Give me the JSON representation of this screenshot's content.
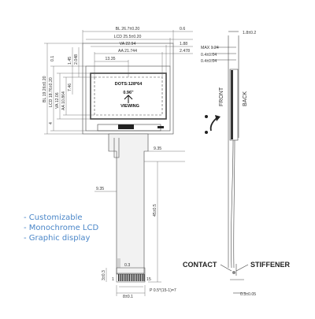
{
  "front_dims": {
    "bl_w": "BL 26.7±0.20",
    "lcd_w": "LCD 25.5±0.20",
    "va_w": "VA 22.94",
    "aa_w": "AA 21.744",
    "left_offset": "13.35",
    "r_06": "0.6",
    "r_188": "1.88",
    "r_2478": "2.478",
    "bl_h": "BL 19.26±0.20",
    "lcd_h": "LCD 18.76±0.20",
    "va_h": "VA 12.06",
    "aa_h": "AA 10.864",
    "top_01": "0.1",
    "top_145": "1.45",
    "top_2048": "2.048",
    "side_4": "4",
    "side_746": "7.46",
    "fpc_935a": "9.35",
    "fpc_935b": "9.35",
    "fpc_len": "45±0.5",
    "pin_03": "0.3",
    "pin_3": "3±0.3",
    "pin_1": "1",
    "pin_15": "15",
    "fpc_w": "8±0.1",
    "pitch": "P 0.5*(15-1)=7"
  },
  "panel": {
    "dots": "DOTS:128*64",
    "size": "0.96\"",
    "viewing": "VIEWING"
  },
  "side_view": {
    "thickness": "1.8±0.2",
    "max": "MAX 1.24",
    "t1": "0.4±0.04",
    "t2": "0.4±0.04",
    "front": "FRONT",
    "back": "BACK",
    "contact": "CONTACT",
    "stiffener": "STIFFENER",
    "bottom": "0.3±0.05"
  },
  "features": [
    "- Customizable",
    "- Monochrome LCD",
    "- Graphic display"
  ],
  "colors": {
    "feature_text": "#4a86c8",
    "line": "#444444",
    "fpc_fill": "#f2f2f2"
  }
}
